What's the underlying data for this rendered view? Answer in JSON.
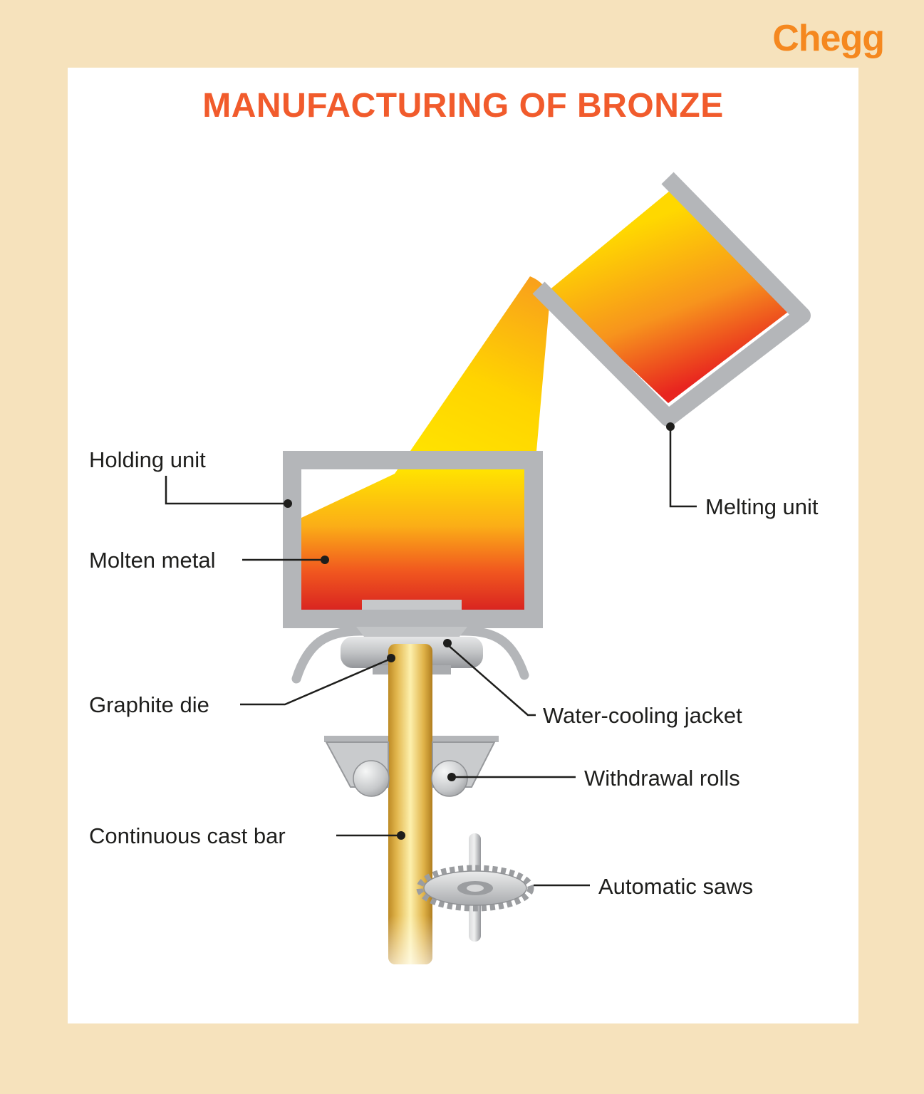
{
  "page": {
    "background": "#f6e2bc",
    "panel": "#ffffff"
  },
  "brand": {
    "logo": "Chegg",
    "color": "#f5881f"
  },
  "title": {
    "text": "MANUFACTURING OF BRONZE",
    "color": "#f15b2c"
  },
  "diagram": {
    "labels": [
      {
        "id": "holding-unit",
        "text": "Holding unit"
      },
      {
        "id": "molten-metal",
        "text": "Molten metal"
      },
      {
        "id": "graphite-die",
        "text": "Graphite die"
      },
      {
        "id": "continuous-cast-bar",
        "text": "Continuous cast bar"
      },
      {
        "id": "melting-unit",
        "text": "Melting unit"
      },
      {
        "id": "water-cooling-jacket",
        "text": "Water-cooling jacket"
      },
      {
        "id": "withdrawal-rolls",
        "text": "Withdrawal rolls"
      },
      {
        "id": "automatic-saws",
        "text": "Automatic saws"
      }
    ],
    "colors": {
      "molten_yellow": "#ffe300",
      "molten_orange": "#f9a11b",
      "molten_red": "#e8251f",
      "steel_gray": "#b4b6b9",
      "cast_bar_gold": "#e8bc4d",
      "label_text": "#1e1e1c"
    }
  }
}
